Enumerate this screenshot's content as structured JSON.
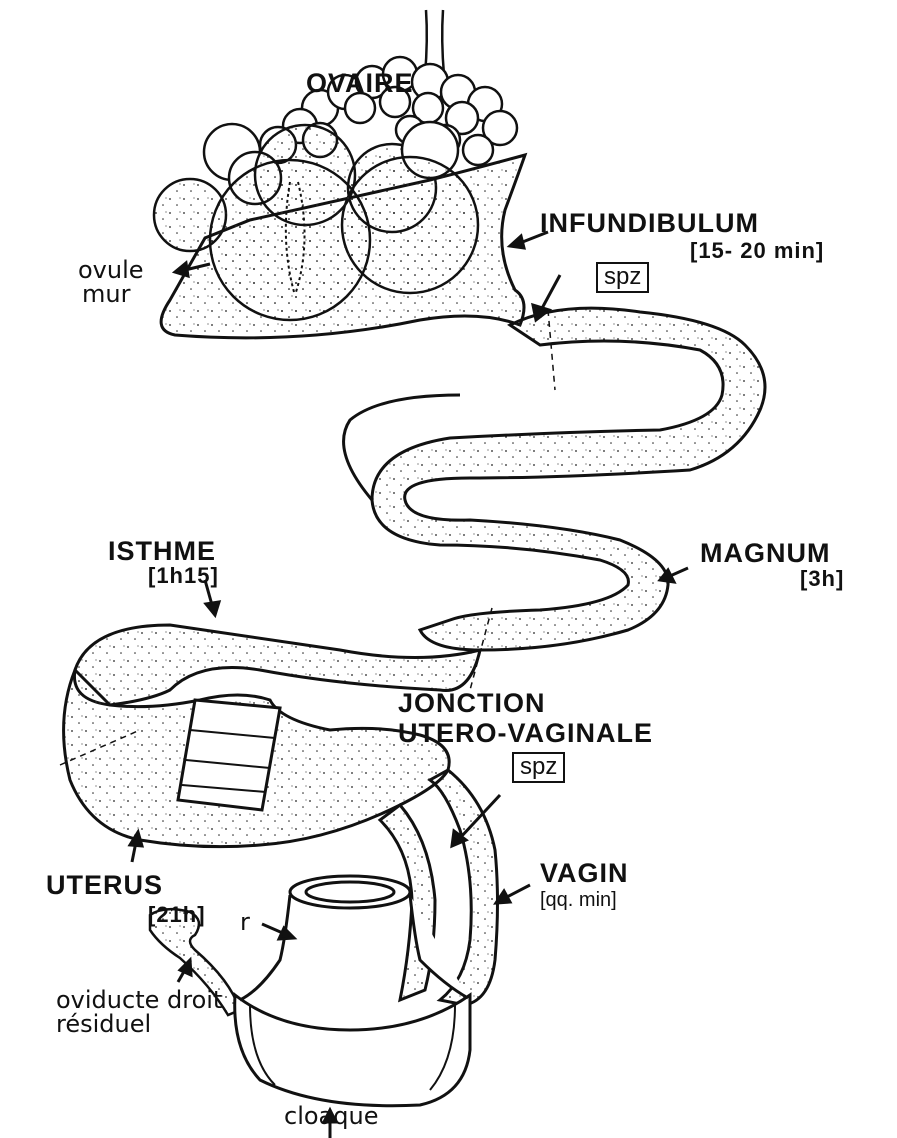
{
  "labels": {
    "ovaire": "OVAIRE",
    "ovule_line1": "ovule",
    "ovule_line2": "mur",
    "infundibulum": "INFUNDIBULUM",
    "infundibulum_time": "[15- 20 min]",
    "spz_top": "spz",
    "isthme": "ISTHME",
    "isthme_time": "[1h15]",
    "magnum": "MAGNUM",
    "magnum_time": "[3h]",
    "jonction_line1": "JONCTION",
    "jonction_line2": "UTERO-VAGINALE",
    "spz_bottom": "spz",
    "uterus": "UTERUS",
    "uterus_time": "[21h]",
    "vagin": "VAGIN",
    "vagin_time": "[qq. min]",
    "r_label": "r",
    "oviducte_line1": "oviducte droit",
    "oviducte_line2": "résiduel",
    "cloaque": "cloaque"
  },
  "colors": {
    "ink": "#111111",
    "paper": "#ffffff"
  }
}
